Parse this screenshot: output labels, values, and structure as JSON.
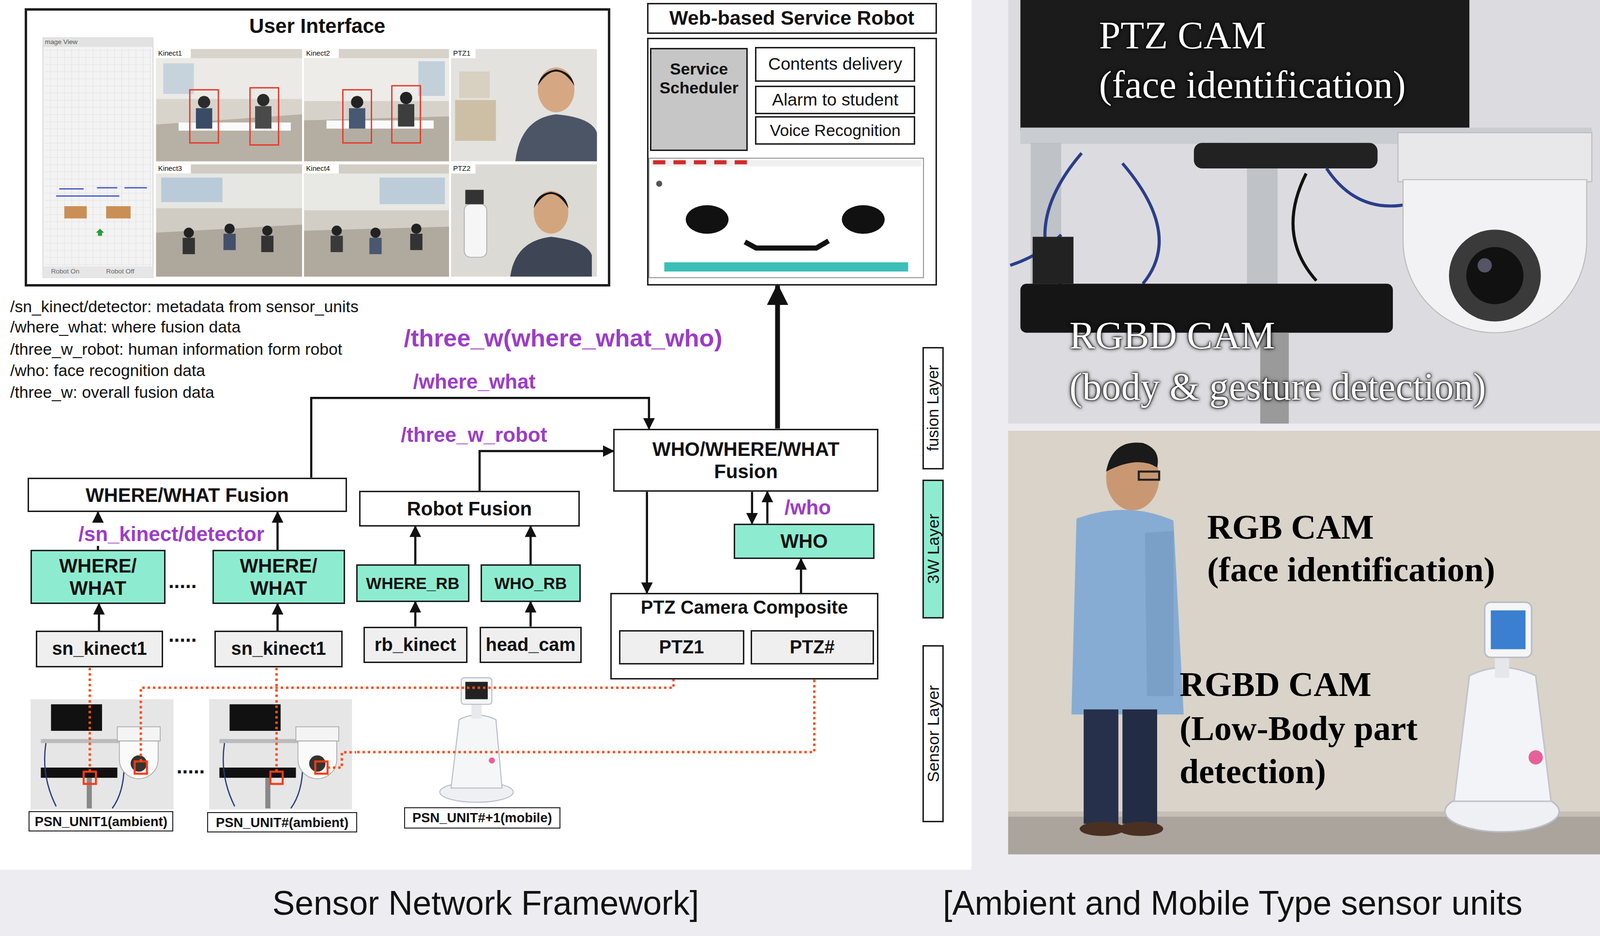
{
  "diagram": {
    "nodes": [
      {
        "text": [
          "User Interface"
        ]
      },
      {
        "text": [
          "Web-based Service Robot"
        ]
      },
      {
        "text": [
          "Service Scheduler"
        ],
        "in": 1
      },
      {
        "text": [
          "Contents delivery"
        ],
        "in": 1
      },
      {
        "text": [
          "Alarm to student"
        ],
        "in": 1
      },
      {
        "text": [
          "Voice Recognition"
        ],
        "in": 1
      },
      {
        "text": [
          "WHERE/WHAT Fusion"
        ]
      },
      {
        "text": [
          "Robot Fusion"
        ]
      },
      {
        "text": [
          "WHO/WHERE/WHAT Fusion"
        ]
      },
      {
        "text": [
          "fusion Layer"
        ]
      },
      {
        "text": [
          "WHERE/ WHAT"
        ]
      },
      {
        "text": [
          "WHERE/ WHAT"
        ]
      },
      {
        "text": [
          "WHERE_RB"
        ]
      },
      {
        "text": [
          "WHO_RB"
        ]
      },
      {
        "text": [
          "WHO"
        ]
      },
      {
        "text": [
          "3W Layer"
        ]
      },
      {
        "text": [
          "sn_kinect1"
        ]
      },
      {
        "text": [
          "sn_kinect1"
        ]
      },
      {
        "text": [
          "rb_kinect"
        ]
      },
      {
        "text": [
          "head_cam"
        ]
      },
      {
        "text": [
          "PTZ Camera Composite"
        ]
      },
      {
        "text": [
          "PTZ1"
        ],
        "in": 20
      },
      {
        "text": [
          "PTZ#"
        ],
        "in": 20
      },
      {
        "text": [
          "Sensor Layer"
        ]
      },
      {
        "text": [
          "PSN_UNIT1(ambient)"
        ]
      },
      {
        "text": [
          "PSN_UNIT#(ambient)"
        ]
      },
      {
        "text": [
          "PSN_UNIT#+1(mobile)"
        ]
      }
    ],
    "edges": [
      {
        "from": 16,
        "to": 10,
        "arrow": "to"
      },
      {
        "from": 17,
        "to": 11,
        "arrow": "to"
      },
      {
        "from": 10,
        "to": 6,
        "arrow": "to",
        "label": "/sn_kinect/detector"
      },
      {
        "from": 11,
        "to": 6,
        "arrow": "to"
      },
      {
        "from": 18,
        "to": 12,
        "arrow": "to"
      },
      {
        "from": 19,
        "to": 13,
        "arrow": "to"
      },
      {
        "from": 12,
        "to": 7,
        "arrow": "to"
      },
      {
        "from": 13,
        "to": 7,
        "arrow": "to"
      },
      {
        "from": 6,
        "to": 8,
        "arrow": "to",
        "label": "/where_what"
      },
      {
        "from": 7,
        "to": 8,
        "arrow": "to",
        "label": "/three_w_robot"
      },
      {
        "from": 8,
        "to": 20,
        "arrow": "to"
      },
      {
        "from": 20,
        "to": 14,
        "arrow": "to"
      },
      {
        "from": 8,
        "to": 14,
        "arrow": "to"
      },
      {
        "from": 14,
        "to": 8,
        "arrow": "to",
        "label": "/who"
      },
      {
        "from": 8,
        "to": 1,
        "arrow": "to",
        "label": "/three_w(where_what_who)"
      },
      {
        "from": 24,
        "to": 16,
        "arrow": "none"
      },
      {
        "from": 24,
        "to": 21,
        "arrow": "none"
      },
      {
        "from": 25,
        "to": 17,
        "arrow": "none"
      },
      {
        "from": 25,
        "to": 22,
        "arrow": "none"
      }
    ],
    "labels": [
      "mage View",
      "Kinect1",
      "Kinect2",
      "PTZ1",
      "Kinect3",
      "Kinect4",
      "PTZ2",
      "Robot On",
      "Robot Off",
      "/sn_kinect/detector: metadata from sensor_units",
      "/where_what: where fusion data",
      "/three_w_robot: human information form robot",
      "/who: face recognition data",
      "/three_w: overall fusion data",
      ".....",
      ".....",
      ".....",
      "PTZ CAM",
      "(face identification)",
      "RGBD CAM",
      "(body & gesture detection)",
      "RGB CAM",
      "(face identification)",
      "RGBD CAM",
      "(Low-Body part detection)",
      "Sensor Network Framework]",
      "[Ambient and Mobile Type sensor units"
    ]
  }
}
